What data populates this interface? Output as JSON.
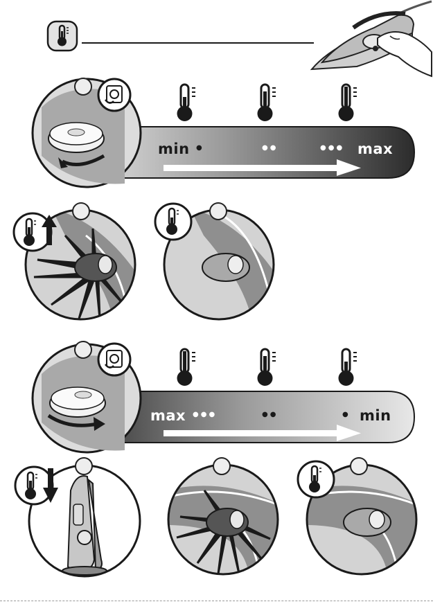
{
  "bar1": {
    "left_label": "min",
    "right_label": "max",
    "dots_low": "●",
    "dots_mid": "●●",
    "dots_high": "●●●",
    "arrow_direction": "right"
  },
  "bar2": {
    "left_label": "max",
    "right_label": "min",
    "dots_high": "●●●",
    "dots_mid": "●●",
    "dots_low": "●",
    "arrow_direction": "right"
  },
  "icons": {
    "thermometer": "thermometer-icon",
    "plug": "plug-icon",
    "temp_up": "temperature-up-icon",
    "temp_down": "temperature-down-icon",
    "light": "indicator-light-icon"
  },
  "colors": {
    "ink": "#1a1a1a",
    "bar_dark": "#2e2e2e",
    "bar_light": "#e6e6e6",
    "iron_grey": "#b5b5b5",
    "light_dark": "#555555"
  }
}
